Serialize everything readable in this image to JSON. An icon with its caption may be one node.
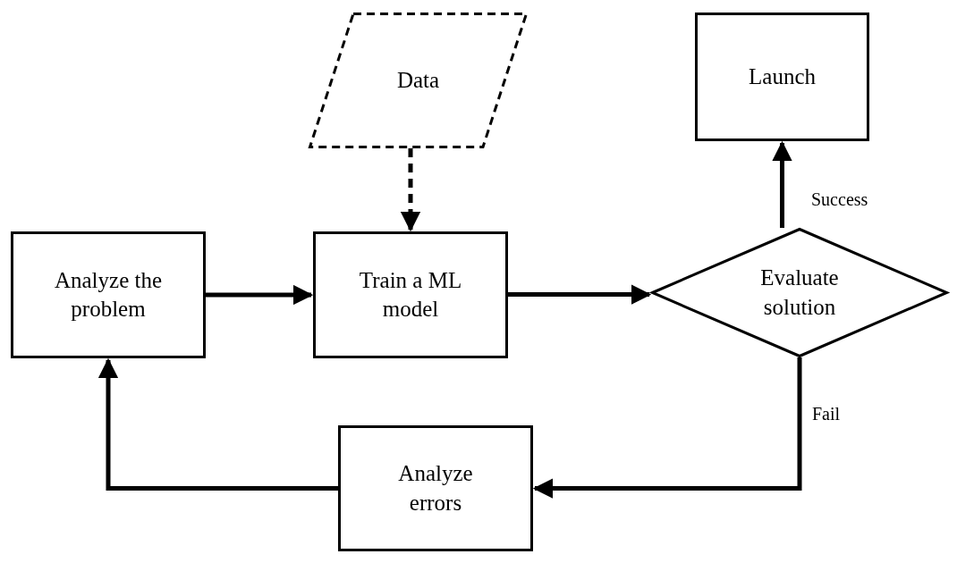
{
  "diagram": {
    "nodes": [
      {
        "text": [
          "Data"
        ]
      },
      {
        "text": [
          "Launch"
        ]
      },
      {
        "text": [
          "Analyze the problem"
        ]
      },
      {
        "text": [
          "Train a ML model"
        ]
      },
      {
        "text": [
          "Evaluate solution"
        ]
      },
      {
        "text": [
          "Analyze errors"
        ]
      }
    ],
    "edges": [
      {
        "from": 0,
        "to": 3,
        "arrow": "to",
        "style": "dashed"
      },
      {
        "from": 2,
        "to": 3,
        "arrow": "to"
      },
      {
        "from": 3,
        "to": 4,
        "arrow": "to"
      },
      {
        "from": 4,
        "to": 1,
        "arrow": "to",
        "label": "Success"
      },
      {
        "from": 4,
        "to": 5,
        "arrow": "to",
        "label": "Fail"
      },
      {
        "from": 5,
        "to": 2,
        "arrow": "to"
      }
    ]
  }
}
